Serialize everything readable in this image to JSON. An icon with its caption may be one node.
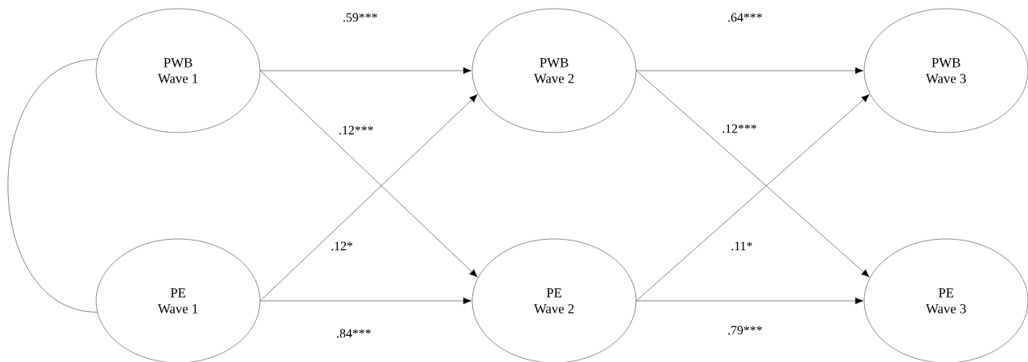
{
  "diagram": {
    "nodes": [
      {
        "text": [
          "PWB Wave 1"
        ]
      },
      {
        "text": [
          "PWB Wave 2"
        ]
      },
      {
        "text": [
          "PWB Wave 3"
        ]
      },
      {
        "text": [
          "PE Wave 1"
        ]
      },
      {
        "text": [
          "PE Wave 2"
        ]
      },
      {
        "text": [
          "PE Wave 3"
        ]
      }
    ],
    "edges": [
      {
        "from": 0,
        "to": 3,
        "arrow": "none"
      },
      {
        "from": 0,
        "to": 1,
        "arrow": "to",
        "label": ".59***"
      },
      {
        "from": 0,
        "to": 4,
        "arrow": "to",
        "label": ".12***"
      },
      {
        "from": 3,
        "to": 1,
        "arrow": "to",
        "label": ".12*"
      },
      {
        "from": 3,
        "to": 4,
        "arrow": "to",
        "label": ".84***"
      },
      {
        "from": 1,
        "to": 2,
        "arrow": "to",
        "label": ".64***"
      },
      {
        "from": 1,
        "to": 5,
        "arrow": "to",
        "label": ".12***"
      },
      {
        "from": 4,
        "to": 2,
        "arrow": "to",
        "label": ".11*"
      },
      {
        "from": 4,
        "to": 5,
        "arrow": "to",
        "label": ".79***"
      }
    ]
  }
}
